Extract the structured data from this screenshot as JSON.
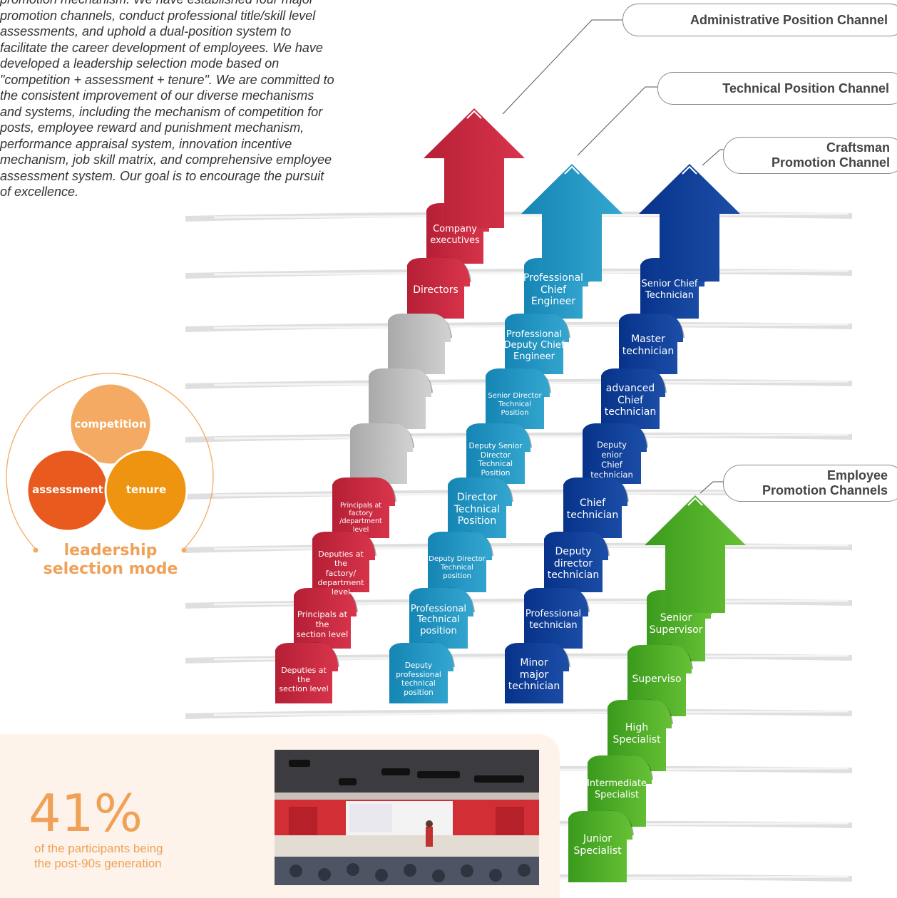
{
  "intro_text": "promotion mechanism. We have established four major promotion channels, conduct professional title/skill level assessments, and uphold a dual-position system to facilitate the career development of employees. We have developed a leadership selection mode based on \"competition + assessment + tenure\". We are committed to the consistent improvement of our diverse mechanisms and systems, including the mechanism of competition for posts, employee reward and punishment mechanism, performance appraisal system, innovation incentive mechanism, job skill matrix, and comprehensive employee assessment system. Our goal is to encourage the pursuit of excellence.",
  "channels": {
    "administrative": "Administrative Position Channel",
    "technical": "Technical Position Channel",
    "craftsman": "Craftsman\nPromotion Channel",
    "employee": "Employee\nPromotion Channels"
  },
  "colors": {
    "red": "#c8283e",
    "blue_light": "#1f93c0",
    "blue_dark": "#0b3c94",
    "green": "#4aae26",
    "gray": "#bcbcbc",
    "orange_light": "#f4aa62",
    "orange_red": "#e85a1d",
    "orange": "#ef9410",
    "accent_text": "#f0a158"
  },
  "ladders": {
    "red": [
      "Company\nexecutives",
      "Directors",
      "",
      "",
      "",
      "Principals at factory\n/department level",
      "Deputies at the\nfactory/\ndepartment level",
      "Principals at the\nsection level",
      "Deputies at the\nsection level"
    ],
    "light_blue": [
      "Professional\nChief\nEngineer",
      "Professional\nDeputy Chief\nEngineer",
      "Senior Director\nTechnical Position",
      "Deputy Senior\nDirector\nTechnical Position",
      "Director\nTechnical\nPosition",
      "Deputy Director\nTechnical position",
      "Professional\nTechnical\nposition",
      "Deputy\nprofessional\ntechnical position"
    ],
    "dark_blue": [
      "Senior Chief\nTechnician",
      "Master\ntechnician",
      "advanced\nChief\ntechnician",
      "Deputy\nenior\nChief technician",
      "Chief\ntechnician",
      "Deputy\ndirector\ntechnician",
      "Professional\ntechnician",
      "Minor\nmajor\ntechnician"
    ],
    "green": [
      "Senior\nSupervisor",
      "Superviso",
      "High\nSpecialist",
      "Intermediate\nSpecialist",
      "Junior\nSpecialist"
    ]
  },
  "venn": {
    "competition": "competition",
    "assessment": "assessment",
    "tenure": "tenure",
    "caption": "leadership\nselection mode"
  },
  "stat": {
    "value": "41%",
    "caption": "of the participants being\nthe post-90s generation"
  }
}
